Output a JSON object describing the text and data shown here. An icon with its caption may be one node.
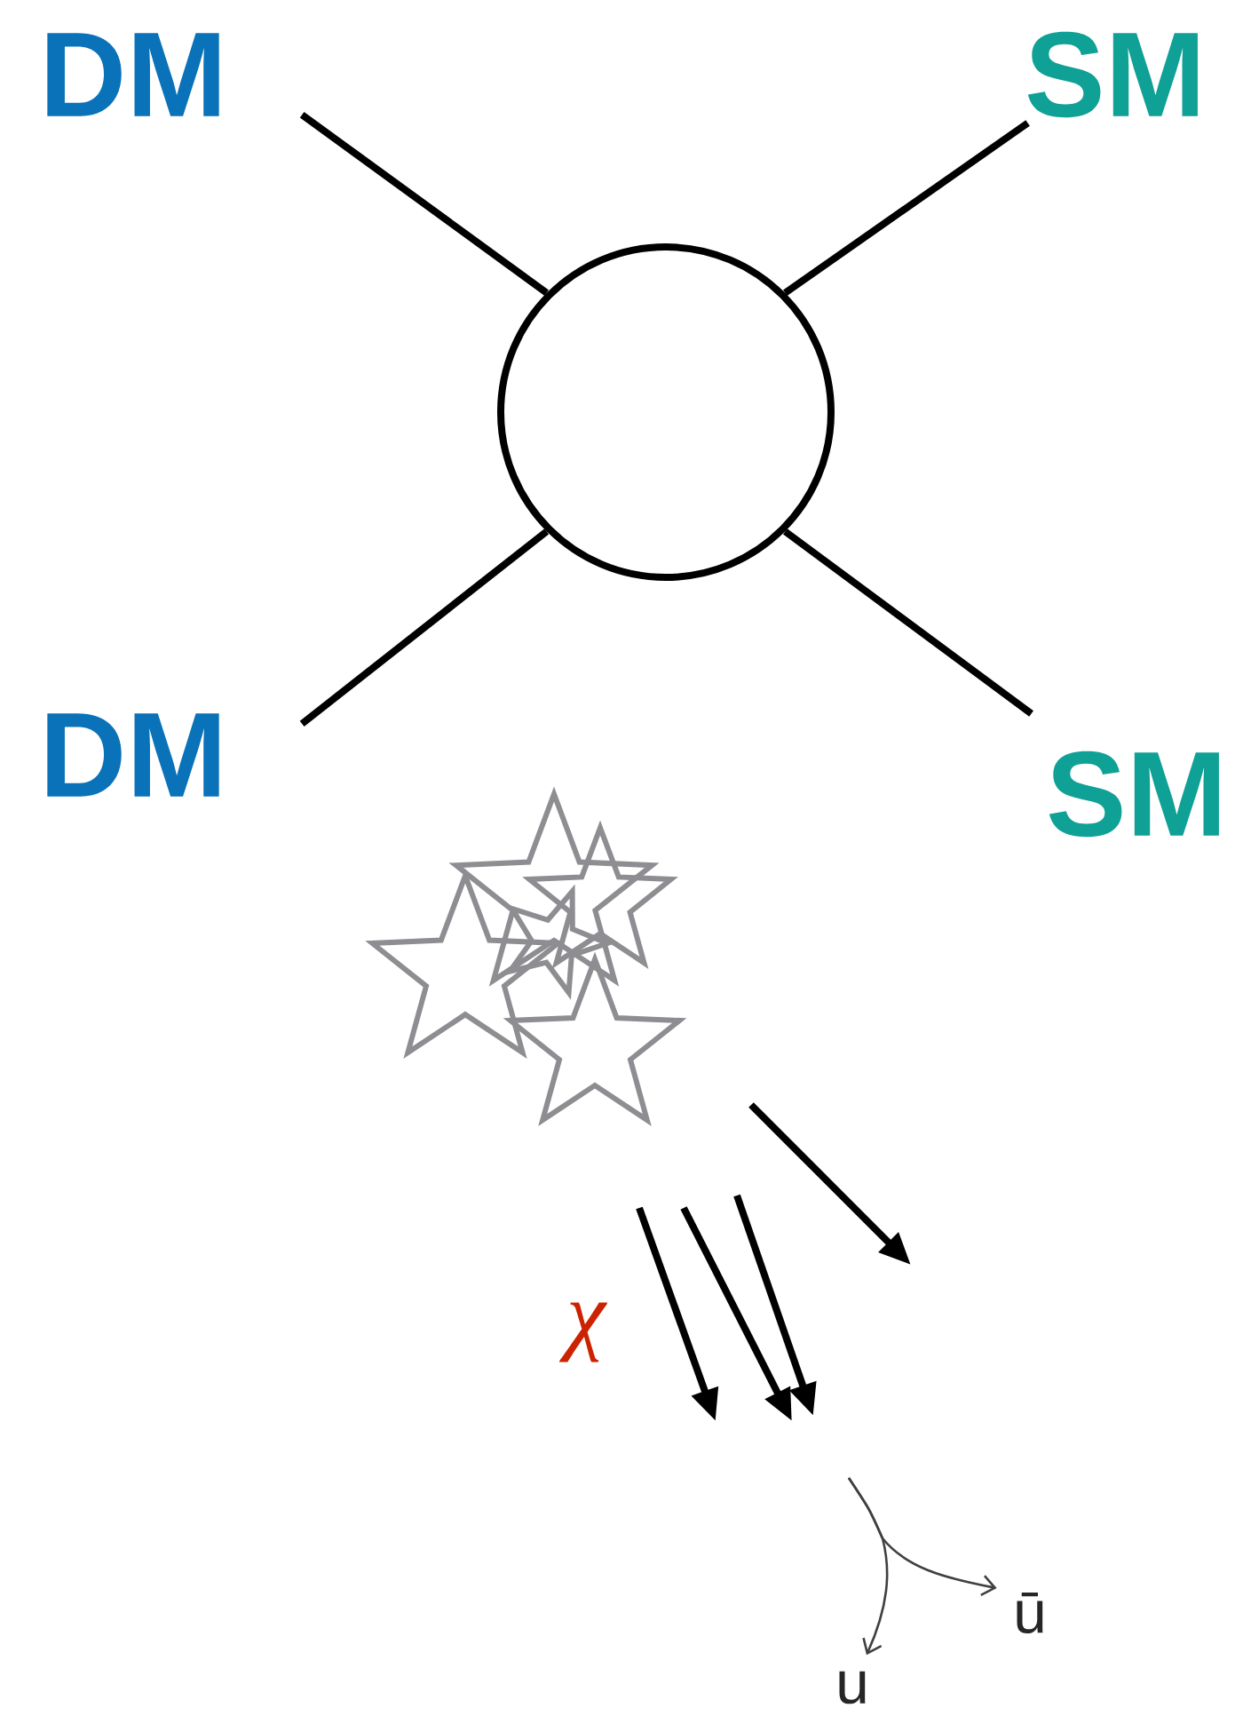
{
  "diagram": {
    "nodes": [
      {
        "text": [
          "DM"
        ]
      },
      {
        "text": [
          "SM"
        ]
      },
      {
        "text": [],
        "shape": "circle"
      },
      {
        "text": [
          "DM"
        ]
      },
      {
        "text": [
          "SM"
        ]
      },
      {
        "text": [
          "ū"
        ]
      },
      {
        "text": [
          "u"
        ]
      }
    ],
    "edges": [
      {
        "from": 0,
        "to": 2,
        "arrow": "none"
      },
      {
        "from": 1,
        "to": 2,
        "arrow": "none"
      },
      {
        "from": 3,
        "to": 2,
        "arrow": "none"
      },
      {
        "from": 4,
        "to": 2,
        "arrow": "none"
      },
      {
        "from": null,
        "to": 5,
        "arrow": "to"
      },
      {
        "from": null,
        "to": 6,
        "arrow": "to"
      }
    ],
    "labels": [
      "χ"
    ]
  }
}
